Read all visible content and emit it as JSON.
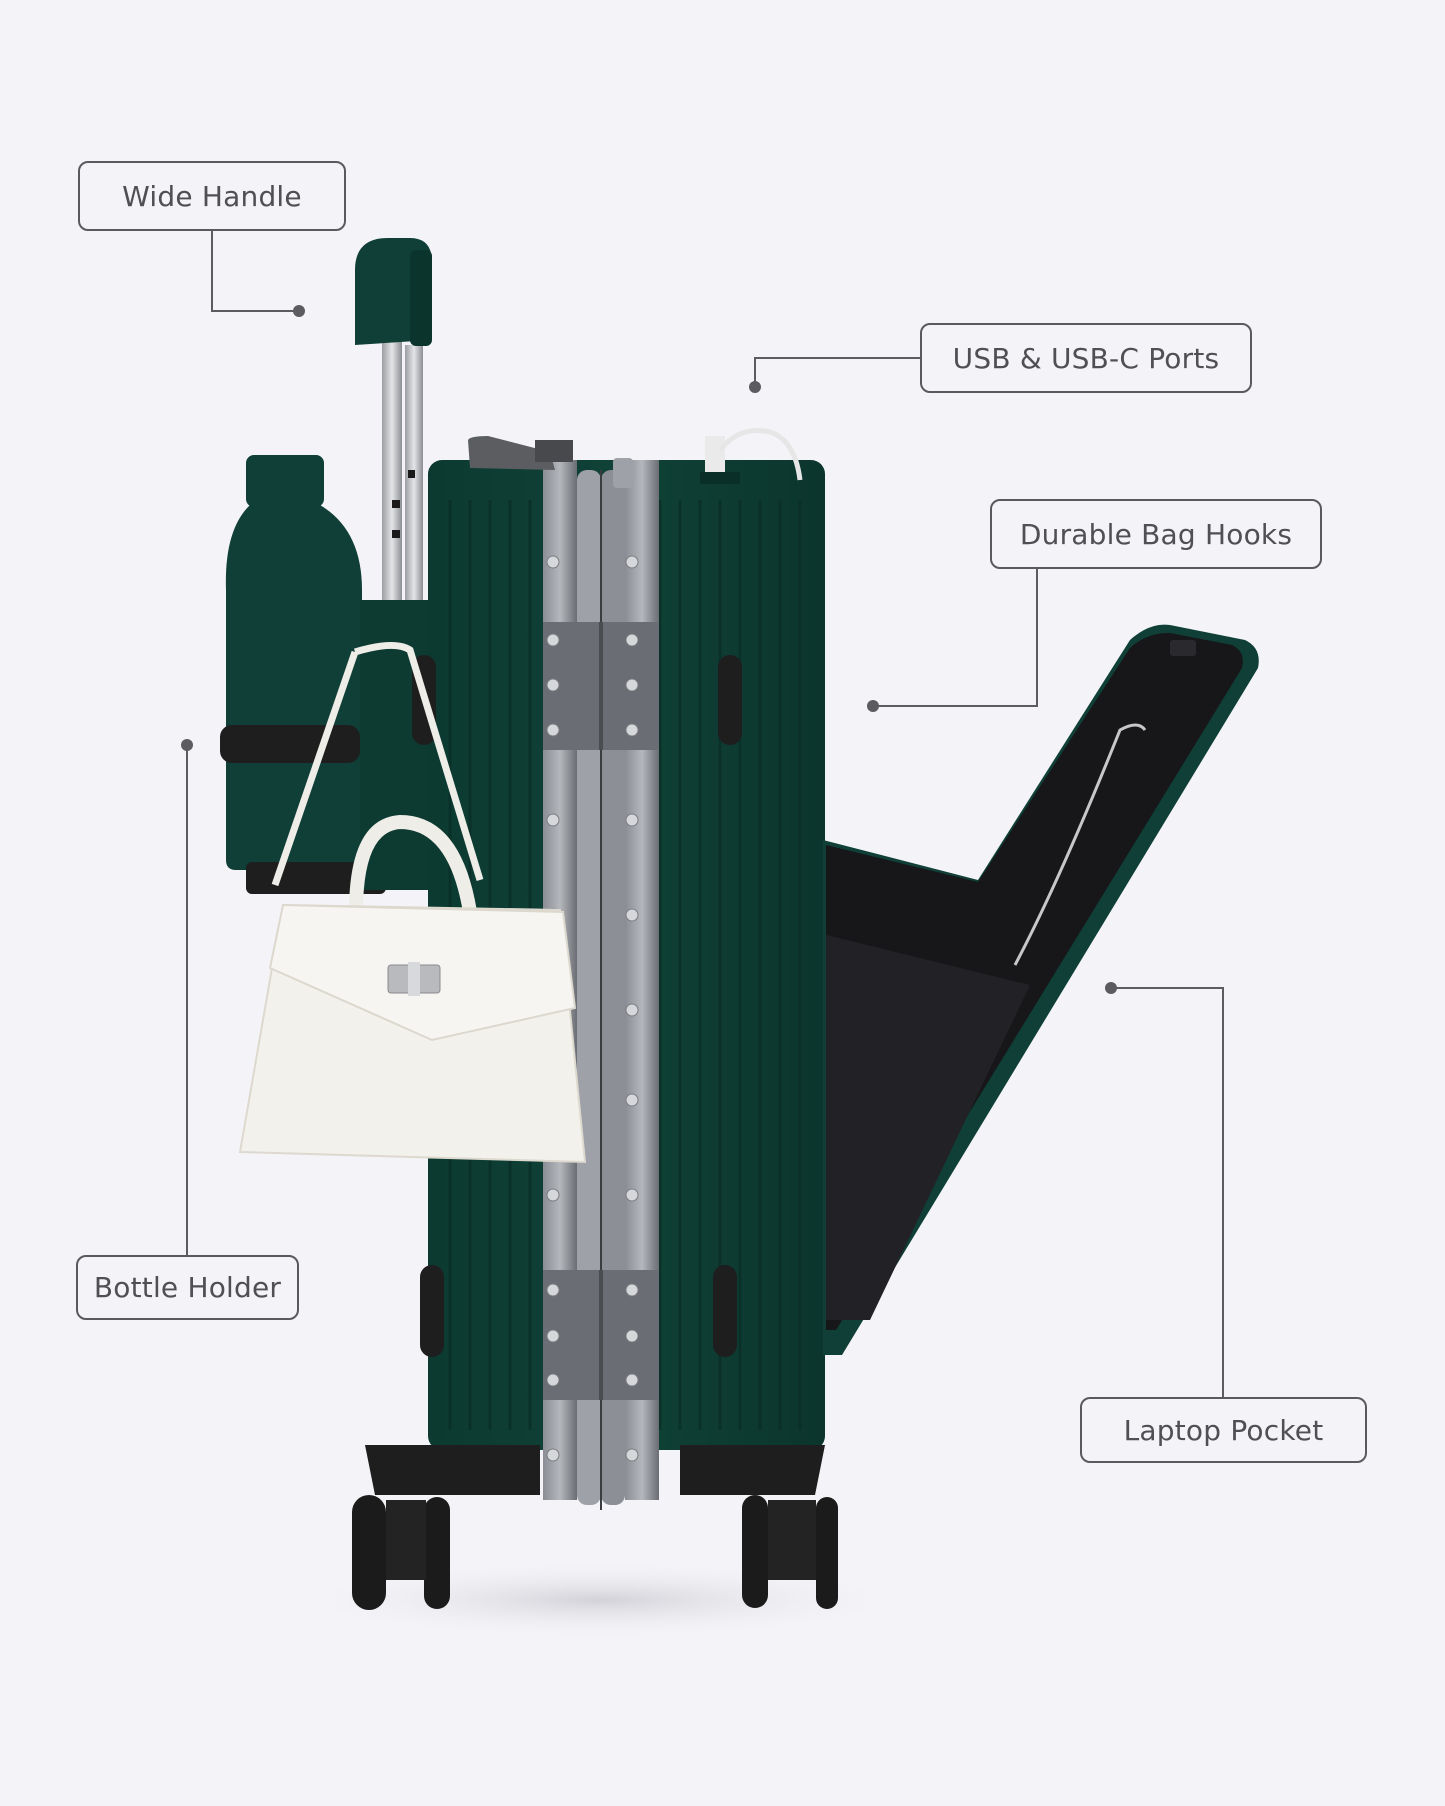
{
  "diagram": {
    "subject": "Carry-on suitcase with front laptop pocket",
    "colors": {
      "background": "#f4f4f8",
      "callout_line": "#5c5c60",
      "callout_text": "#505054",
      "shell_green": "#0f3f36",
      "frame_gray": "#6b6e74",
      "black_trim": "#1e1e1e",
      "handbag_white": "#f2f1ec"
    },
    "callouts": [
      {
        "id": "wide-handle",
        "label": "Wide Handle"
      },
      {
        "id": "usb-ports",
        "label": "USB & USB-C Ports"
      },
      {
        "id": "bag-hooks",
        "label": "Durable Bag Hooks"
      },
      {
        "id": "bottle-holder",
        "label": "Bottle Holder"
      },
      {
        "id": "laptop-pocket",
        "label": "Laptop Pocket"
      }
    ]
  }
}
